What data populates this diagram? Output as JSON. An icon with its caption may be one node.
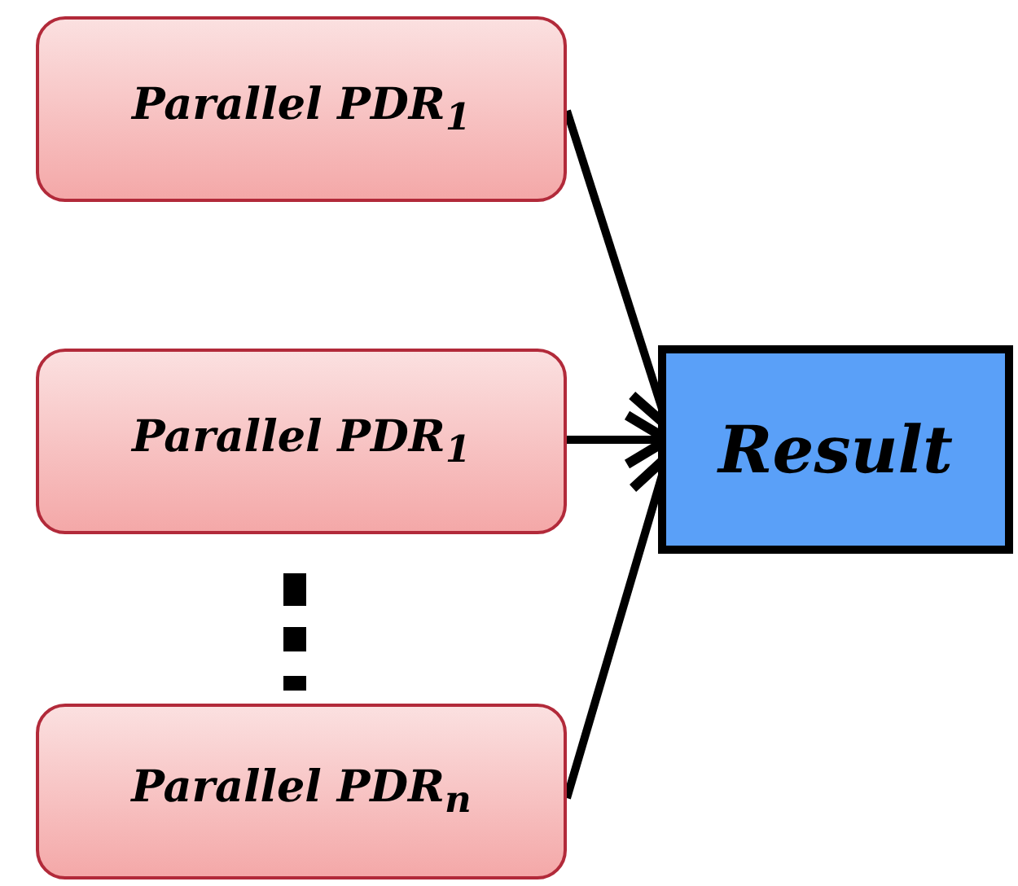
{
  "diagram": {
    "nodes": [
      {
        "text": [
          "Parallel PDR$_{1}$"
        ]
      },
      {
        "text": [
          "Parallel PDR$_{1}$"
        ]
      },
      {
        "text": [
          "Parallel PDR$_{n}$"
        ]
      },
      {
        "text": [
          "Result"
        ]
      }
    ],
    "edges": [
      {
        "from": 0,
        "to": 3,
        "arrow": "to"
      },
      {
        "from": 1,
        "to": 3,
        "arrow": "to"
      },
      {
        "from": 2,
        "to": 3,
        "arrow": "to"
      }
    ]
  }
}
